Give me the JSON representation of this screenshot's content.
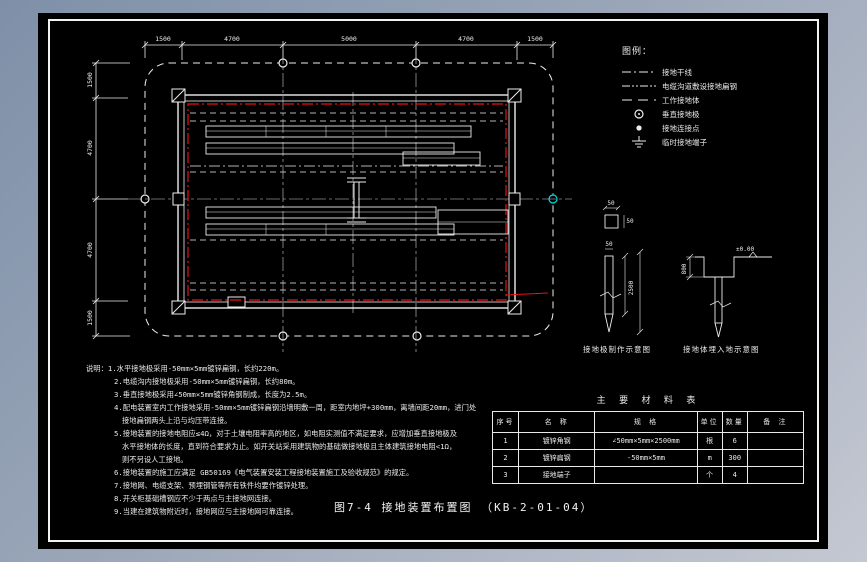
{
  "drawing": {
    "title": "图7-4  接地装置布置图 （KB-2-01-04）",
    "legend": {
      "title": "图例：",
      "items": [
        {
          "symbol": "dash-dot-line",
          "label": "接地干线"
        },
        {
          "symbol": "dash-dot-dot-line",
          "label": "电缆沟道敷设接地扁钢"
        },
        {
          "symbol": "dashed-line",
          "label": "工作接地体"
        },
        {
          "symbol": "open-circle",
          "label": "垂直接地极"
        },
        {
          "symbol": "filled-circle",
          "label": "接地连接点"
        },
        {
          "symbol": "ground-symbol",
          "label": "临时接地端子"
        }
      ]
    },
    "dimensions": {
      "top": [
        "1500",
        "4700",
        "5000",
        "4700",
        "1500"
      ],
      "left": [
        "1500",
        "4700",
        "4700",
        "1500"
      ]
    },
    "details": {
      "left_caption": "接地极制作示意图",
      "right_caption": "接地体埋入地示意图",
      "level_label": "±0.00",
      "square_w": "50",
      "square_h": "50",
      "rod_w": "50",
      "rod_len": "2500",
      "bury_depth": "800"
    },
    "notes": {
      "lines": [
        "说明：1.水平接地极采用-50mm×5mm镀锌扁钢，长约220m。",
        "2.电缆沟内接地极采用-50mm×5mm镀锌扁钢，长约80m。",
        "3.垂直接地极采用∠50mm×5mm镀锌角钢制成，长度为2.5m。",
        "4.配电装置室内工作接地采用-50mm×5mm镀锌扁钢沿墙明敷一周，距室内地坪+300mm，离墙间距20mm，进门处",
        "接地扁钢两头上沿与均压带连接。",
        "5.接地装置的接地电阻应≤4Ω，对于土壤电阻率高的地区，如电阻实测值不满足要求，应增加垂直接地极及",
        "水平接地体的长度，直到符合要求为止。如开关站采用建筑物的基础做接地极且主体建筑接地电阻<1Ω，",
        "则不另设人工接地。",
        "6.接地装置的施工应满足 GB50169《电气装置安装工程接地装置施工及验收规范》的规定。",
        "7.接地网、电缆支架、预埋钢管等所有铁件均要作镀锌处理。",
        "8.开关柜基础槽钢应不少于两点与主接地网连接。",
        "9.当建在建筑物附近时，接地网应与主接地网可靠连接。"
      ]
    },
    "materials": {
      "title": "主 要 材 料 表",
      "headers": [
        "序号",
        "名  称",
        "规  格",
        "单位",
        "数量",
        "备 注"
      ],
      "rows": [
        {
          "no": "1",
          "name": "镀锌角钢",
          "spec": "∠50mm×5mm×2500mm",
          "unit": "根",
          "qty": "6",
          "remark": ""
        },
        {
          "no": "2",
          "name": "镀锌扁钢",
          "spec": "-50mm×5mm",
          "unit": "m",
          "qty": "300",
          "remark": ""
        },
        {
          "no": "3",
          "name": "接地端子",
          "spec": "",
          "unit": "个",
          "qty": "4",
          "remark": ""
        }
      ]
    },
    "colors": {
      "line_white": "#ededed",
      "grounding_red": "#e81212",
      "electrode_cyan": "#00dcdc",
      "canvas_black": "#000000",
      "desktop_blue": "#8a9ab0"
    }
  }
}
